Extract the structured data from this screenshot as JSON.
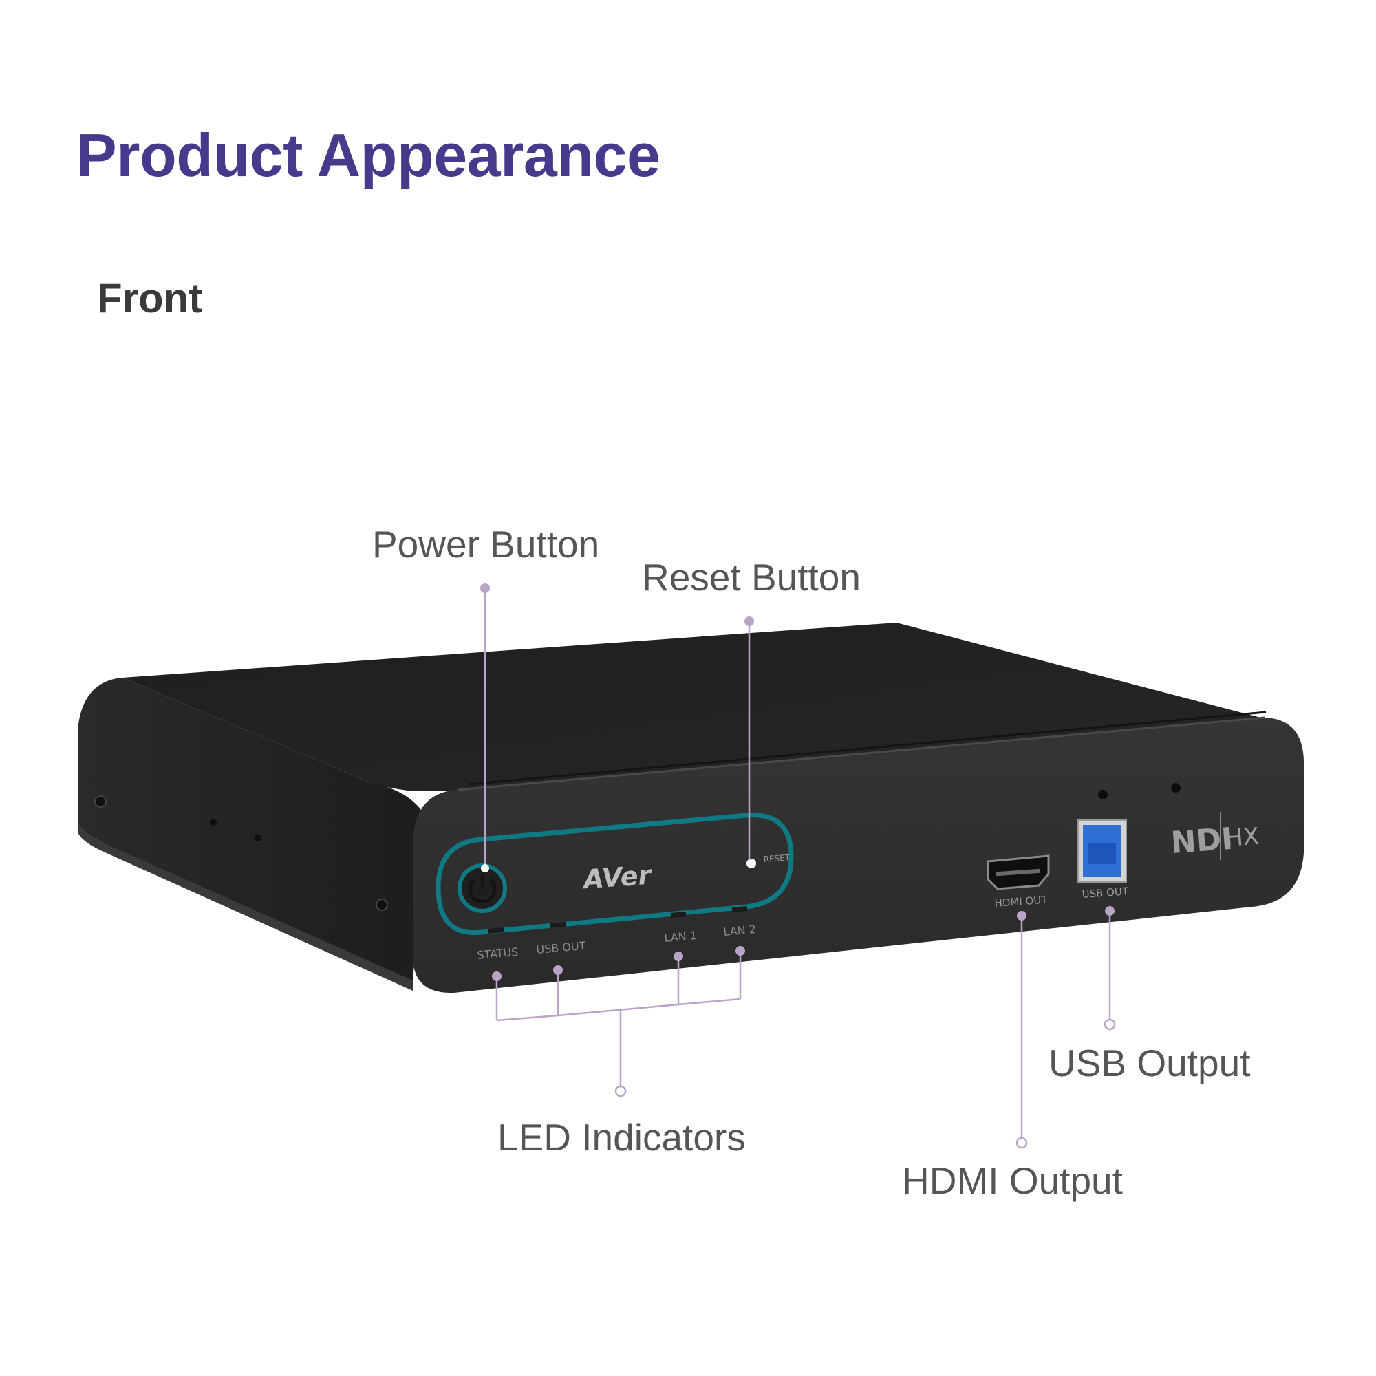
{
  "title": "Product Appearance",
  "subtitle": "Front",
  "colors": {
    "title": "#463a8c",
    "subtitle": "#3a3a3a",
    "callout_text": "#555555",
    "leader": "#b9a4c7",
    "accent_ring": "#0f7a83",
    "usb_blue": "#2f6fd6",
    "device_body": "#2b2b2b"
  },
  "callouts": {
    "power": "Power Button",
    "reset": "Reset Button",
    "led": "LED Indicators",
    "usb": "USB Output",
    "hdmi": "HDMI Output"
  },
  "device": {
    "brand": "AVer",
    "reset_label": "RESET",
    "led_labels": {
      "status": "STATUS",
      "usb_out": "USB OUT",
      "lan1": "LAN 1",
      "lan2": "LAN 2"
    },
    "hdmi_port_label": "HDMI OUT",
    "usb_port_label": "USB OUT",
    "ndi_logo": "NDI",
    "hx_logo": "HX"
  }
}
